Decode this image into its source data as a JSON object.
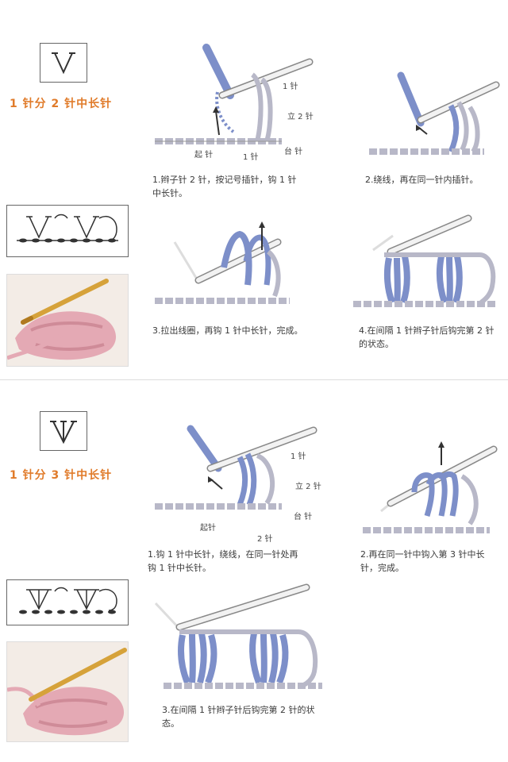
{
  "section1": {
    "title": "1 针分 2 针中长针",
    "symbol": "V",
    "step1": {
      "caption": "1.辫子针 2 针，按记号插针，钩 1 针中长针。"
    },
    "step1_labels": {
      "one": "1 针",
      "stand": "立 2 针",
      "base": "起 针",
      "one_bottom": "1 针",
      "tai": "台 针"
    },
    "step2": {
      "caption": "2.绕线，再在同一针内插针。"
    },
    "step3": {
      "caption": "3.拉出线圈，再钩 1 针中长针，完成。"
    },
    "step4": {
      "caption": "4.在间隔 1 针辫子针后钩完第 2 针的状态。"
    }
  },
  "section2": {
    "title": "1 针分 3 针中长针",
    "symbol": "V",
    "step1": {
      "caption": "1.钩 1 针中长针，绕线，在同一针处再钩 1 针中长针。"
    },
    "step1_labels": {
      "one": "1 针",
      "stand": "立 2 针",
      "tai": "台 针",
      "base": "起针",
      "two": "2 针"
    },
    "step2": {
      "caption": "2.再在同一针中钩入第 3 针中长针，完成。"
    },
    "step3": {
      "caption": "3.在间隔 1 针辫子针后钩完第 2 针的状态。"
    }
  },
  "colors": {
    "accent": "#e07b2a",
    "yarn_blue": "#7d8fc9",
    "chain_gray": "#b8b8c8",
    "hook": "#f2f2f2",
    "photo_yarn": "#e4a9b4",
    "photo_hook": "#d6a23a"
  }
}
